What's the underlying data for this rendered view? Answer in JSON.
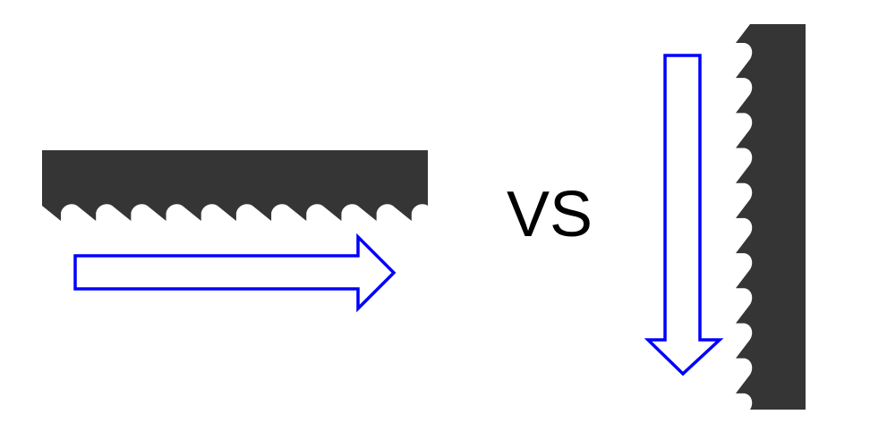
{
  "label": "VS",
  "colors": {
    "blade": "#353535",
    "arrow": "#0000ff",
    "background": "#ffffff"
  },
  "left_panel": {
    "blade_orientation": "horizontal",
    "arrow_direction": "right",
    "tooth_count": 11
  },
  "right_panel": {
    "blade_orientation": "vertical",
    "arrow_direction": "down",
    "tooth_count": 11
  }
}
